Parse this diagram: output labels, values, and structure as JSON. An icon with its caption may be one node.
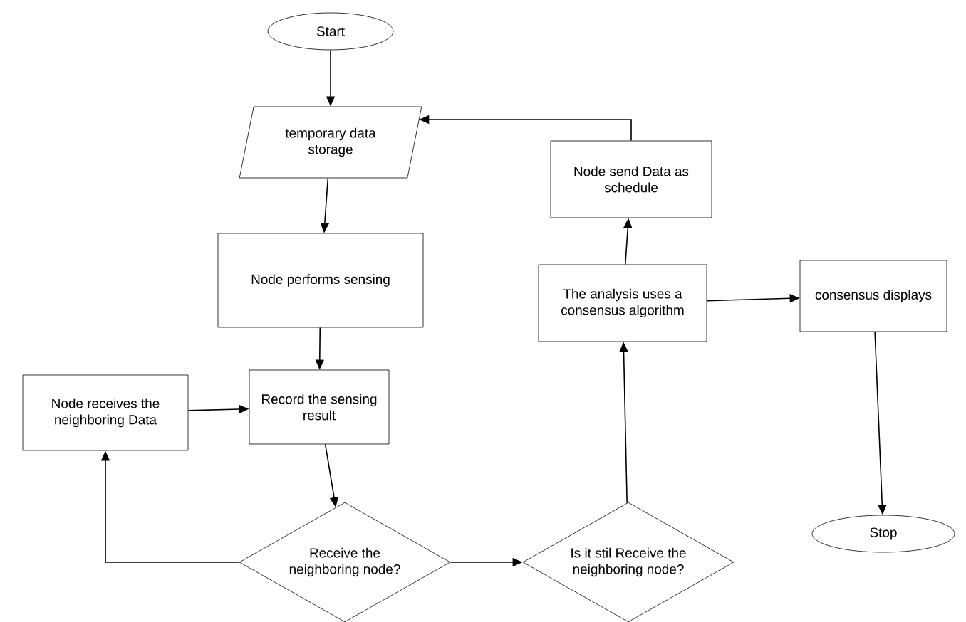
{
  "diagram": {
    "nodes": [
      {
        "text": [
          "Start"
        ]
      },
      {
        "text": [
          "temporary data storage"
        ]
      },
      {
        "text": [
          "Node performs sensing"
        ]
      },
      {
        "text": [
          "Node receives the neighboring Data"
        ]
      },
      {
        "text": [
          "Record the sensing result"
        ]
      },
      {
        "text": [
          "Receive the neighboring node?"
        ]
      },
      {
        "text": [
          "Is it stil Receive the neighboring node?"
        ]
      },
      {
        "text": [
          "The analysis uses a consensus algorithm"
        ]
      },
      {
        "text": [
          "Node send Data as schedule"
        ]
      },
      {
        "text": [
          "consensus displays"
        ]
      },
      {
        "text": [
          "Stop"
        ]
      }
    ],
    "edges": [
      {
        "from": 0,
        "to": 1,
        "arrow": "to"
      },
      {
        "from": 1,
        "to": 2,
        "arrow": "to"
      },
      {
        "from": 2,
        "to": 4,
        "arrow": "to"
      },
      {
        "from": 3,
        "to": 4,
        "arrow": "to"
      },
      {
        "from": 4,
        "to": 5,
        "arrow": "to"
      },
      {
        "from": 5,
        "to": 3,
        "arrow": "to"
      },
      {
        "from": 5,
        "to": 6,
        "arrow": "to"
      },
      {
        "from": 6,
        "to": 7,
        "arrow": "to"
      },
      {
        "from": 7,
        "to": 8,
        "arrow": "to"
      },
      {
        "from": 8,
        "to": 1,
        "arrow": "to"
      },
      {
        "from": 7,
        "to": 9,
        "arrow": "to"
      },
      {
        "from": 9,
        "to": 10,
        "arrow": "to"
      }
    ]
  }
}
